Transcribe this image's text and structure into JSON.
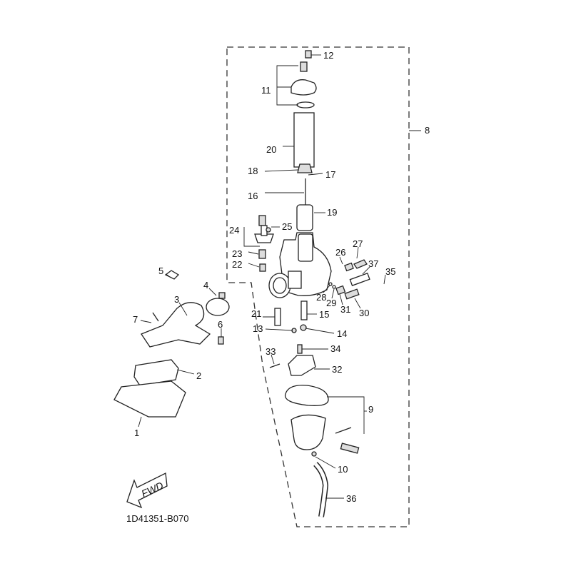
{
  "diagram": {
    "part_code": "1D41351-B070",
    "fwd_label": "FWD",
    "callouts": {
      "p1": "1",
      "p2": "2",
      "p3": "3",
      "p4": "4",
      "p5": "5",
      "p6": "6",
      "p7": "7",
      "p8": "8",
      "p9": "9",
      "p10": "10",
      "p11": "11",
      "p12": "12",
      "p13": "13",
      "p14": "14",
      "p15": "15",
      "p16": "16",
      "p17": "17",
      "p18": "18",
      "p19": "19",
      "p20": "20",
      "p21": "21",
      "p22": "22",
      "p23": "23",
      "p24": "24",
      "p25": "25",
      "p26": "26",
      "p27": "27",
      "p28": "28",
      "p29": "29",
      "p30": "30",
      "p31": "31",
      "p32": "32",
      "p33": "33",
      "p34": "34",
      "p35": "35",
      "p36": "36",
      "p37": "37"
    }
  }
}
